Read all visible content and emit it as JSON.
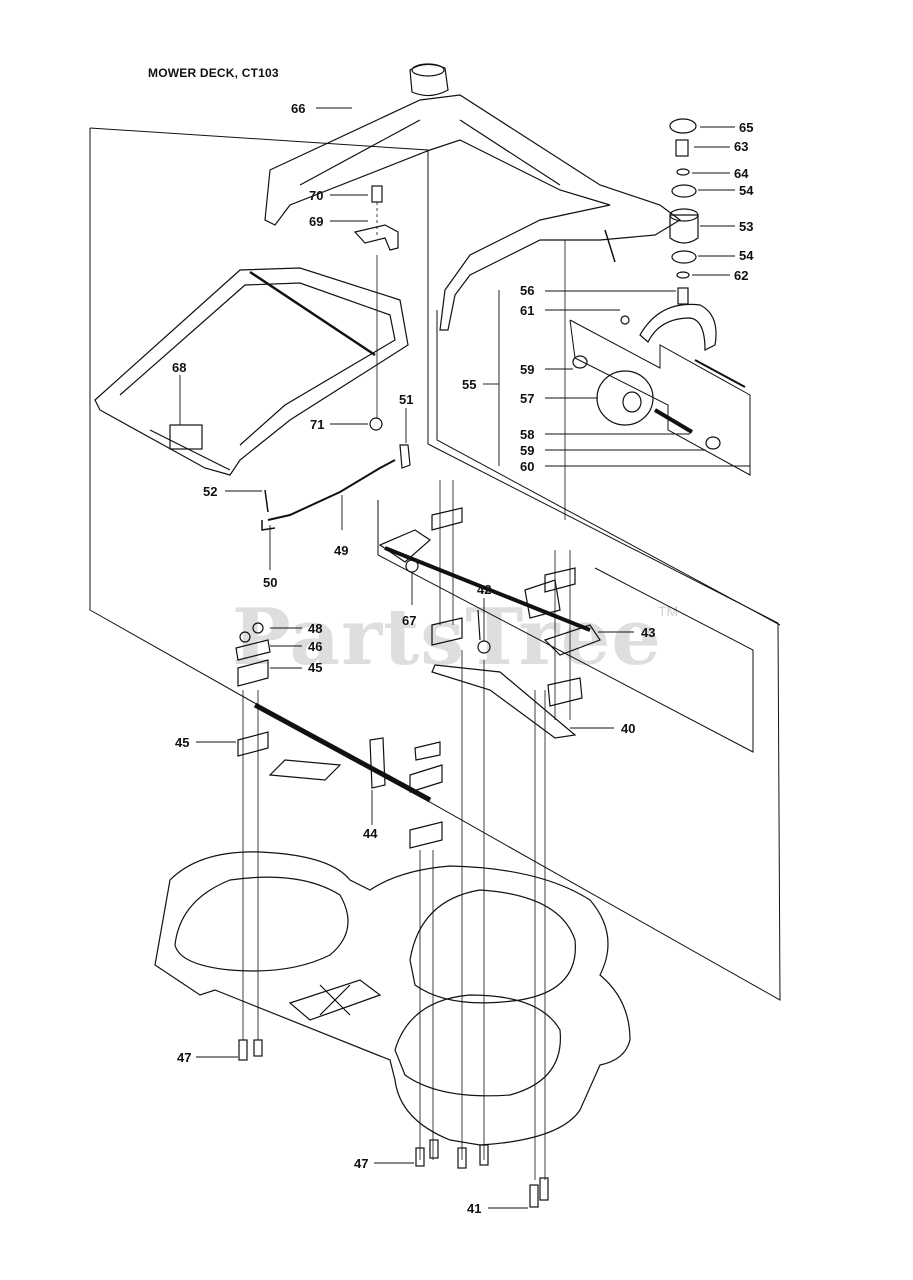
{
  "title": "MOWER DECK, CT103",
  "watermark": "PartsTree",
  "trademark": "TM",
  "callouts": [
    "66",
    "70",
    "69",
    "68",
    "71",
    "51",
    "52",
    "49",
    "50",
    "65",
    "63",
    "64",
    "54",
    "53",
    "54",
    "62",
    "56",
    "61",
    "55",
    "59",
    "57",
    "58",
    "59",
    "60",
    "42",
    "43",
    "67",
    "40",
    "48",
    "46",
    "45",
    "45",
    "44",
    "47",
    "47",
    "41"
  ]
}
